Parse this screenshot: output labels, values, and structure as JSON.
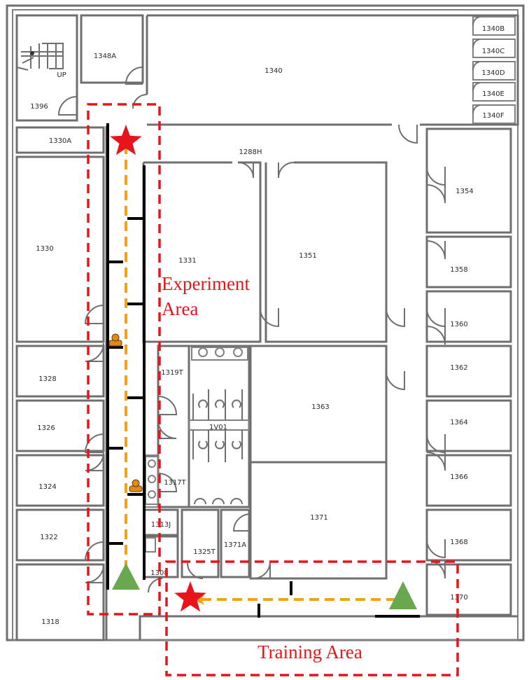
{
  "rooms": {
    "r1340B": "1340B",
    "r1340C": "1340C",
    "r1340D": "1340D",
    "r1340E": "1340E",
    "r1340F": "1340F",
    "r1348A": "1348A",
    "r1340": "1340",
    "r1396": "1396",
    "r1330A": "1330A",
    "r1288H": "1288H",
    "r1330": "1330",
    "r1331": "1331",
    "r1351": "1351",
    "r1354": "1354",
    "r1358": "1358",
    "r1360": "1360",
    "r1362": "1362",
    "r1364": "1364",
    "r1366": "1366",
    "r1368": "1368",
    "r1370": "1370",
    "r1328": "1328",
    "r1326": "1326",
    "r1324": "1324",
    "r1322": "1322",
    "r1318": "1318",
    "r1319T": "1319T",
    "r1V01": "1V01",
    "r1317T": "1317T",
    "r1313J": "1313J",
    "r1325T": "1325T",
    "r1371A": "1371A",
    "r1371": "1371",
    "r1363": "1363",
    "r1308": "1308",
    "up": "UP"
  },
  "labels": {
    "experiment_line1": "Experiment",
    "experiment_line2": "Area",
    "training": "Training Area"
  },
  "legend_colors": {
    "area_outline": "#e8141b",
    "route": "#f3a11b",
    "start_marker": "#6aa84f",
    "goal_marker": "#e8141b",
    "obstacle_bars": "#000000"
  },
  "icons": {
    "start": "green-triangle-icon",
    "goal": "red-star-icon",
    "person": "person-icon"
  }
}
